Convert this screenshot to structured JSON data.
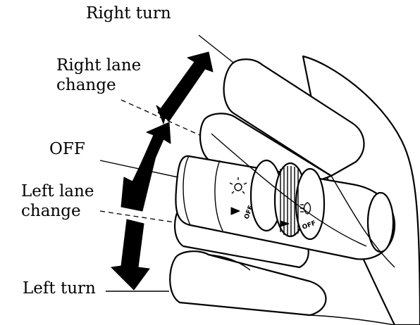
{
  "labels": {
    "right_turn": "Right turn",
    "right_lane_line1": "Right lane",
    "right_lane_line2": "change",
    "off": "OFF",
    "left_lane_line1": "Left lane",
    "left_lane_line2": "change",
    "left_turn": "Left turn"
  },
  "lever_markings": {
    "off_1": "OFF",
    "off_2": "OFF"
  },
  "icons": [
    "sun-light-icon",
    "fog-light-icon",
    "turn-arrow-icon"
  ]
}
